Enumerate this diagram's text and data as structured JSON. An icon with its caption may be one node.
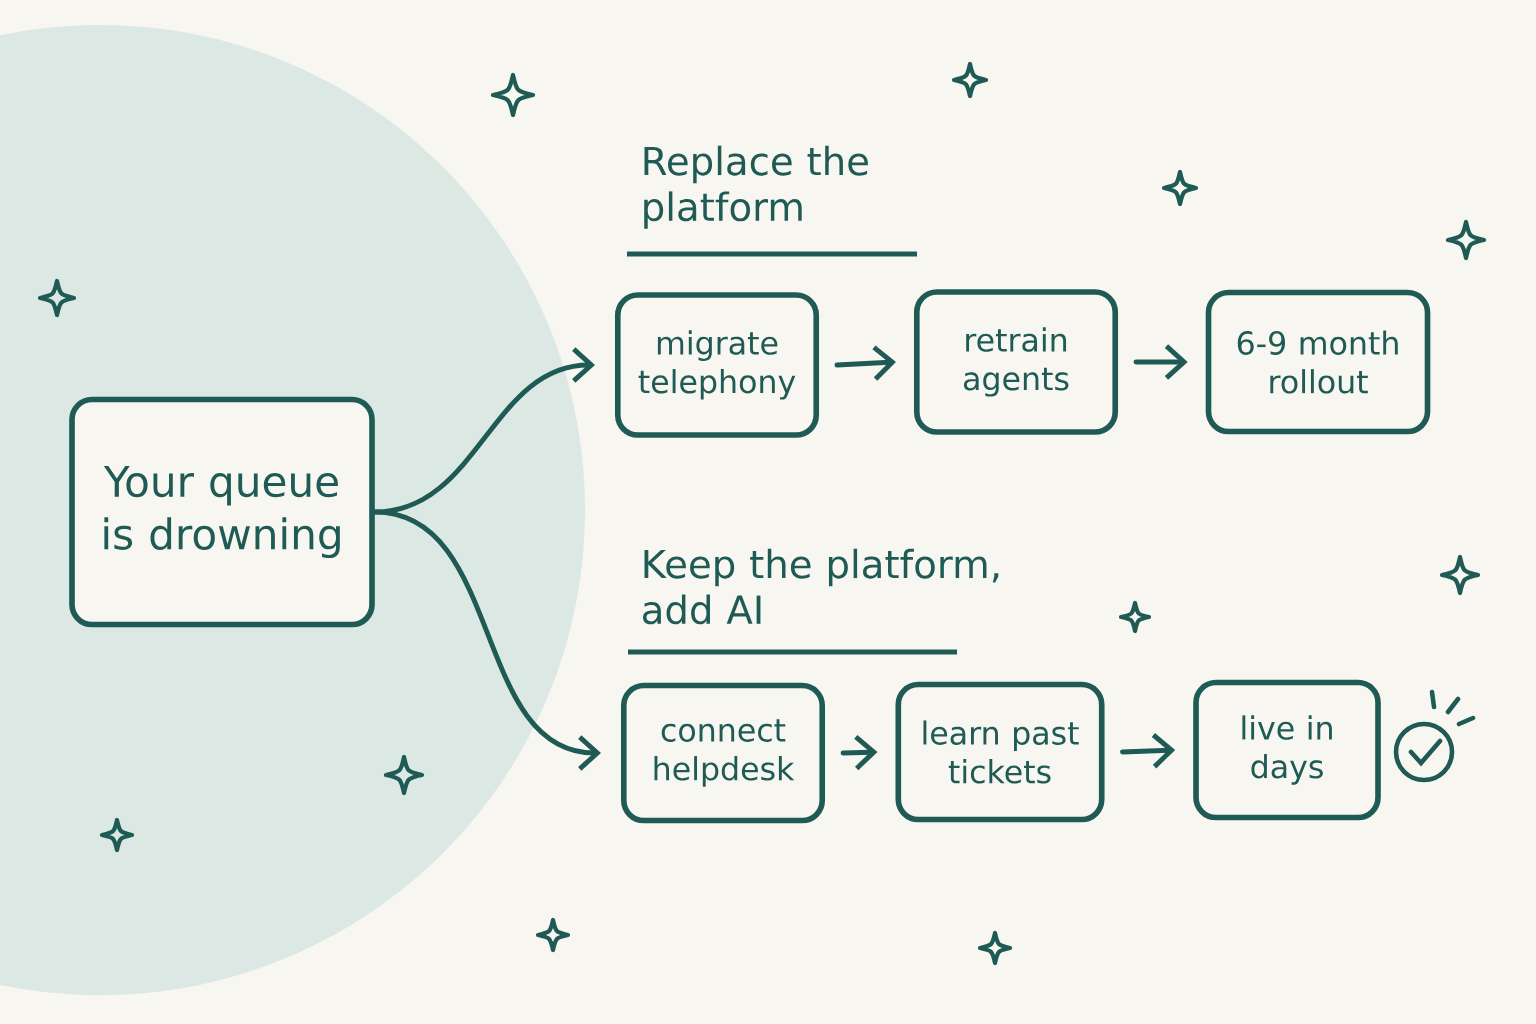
{
  "diagram": {
    "nodes": [
      {
        "text": [
          "Your queue is drowning"
        ]
      },
      {
        "text": [
          "migrate telephony"
        ]
      },
      {
        "text": [
          "retrain agents"
        ]
      },
      {
        "text": [
          "6-9 month rollout"
        ]
      },
      {
        "text": [
          "connect helpdesk"
        ]
      },
      {
        "text": [
          "learn past tickets"
        ]
      },
      {
        "text": [
          "live in days"
        ]
      }
    ],
    "edges": [
      {
        "from": 0,
        "to": 1,
        "arrow": "to"
      },
      {
        "from": 1,
        "to": 2,
        "arrow": "to"
      },
      {
        "from": 2,
        "to": 3,
        "arrow": "to"
      },
      {
        "from": 0,
        "to": 4,
        "arrow": "to"
      },
      {
        "from": 4,
        "to": 5,
        "arrow": "to"
      },
      {
        "from": 5,
        "to": 6,
        "arrow": "to"
      }
    ],
    "labels": [
      "Replace the platform",
      "Keep the platform, add AI"
    ]
  }
}
